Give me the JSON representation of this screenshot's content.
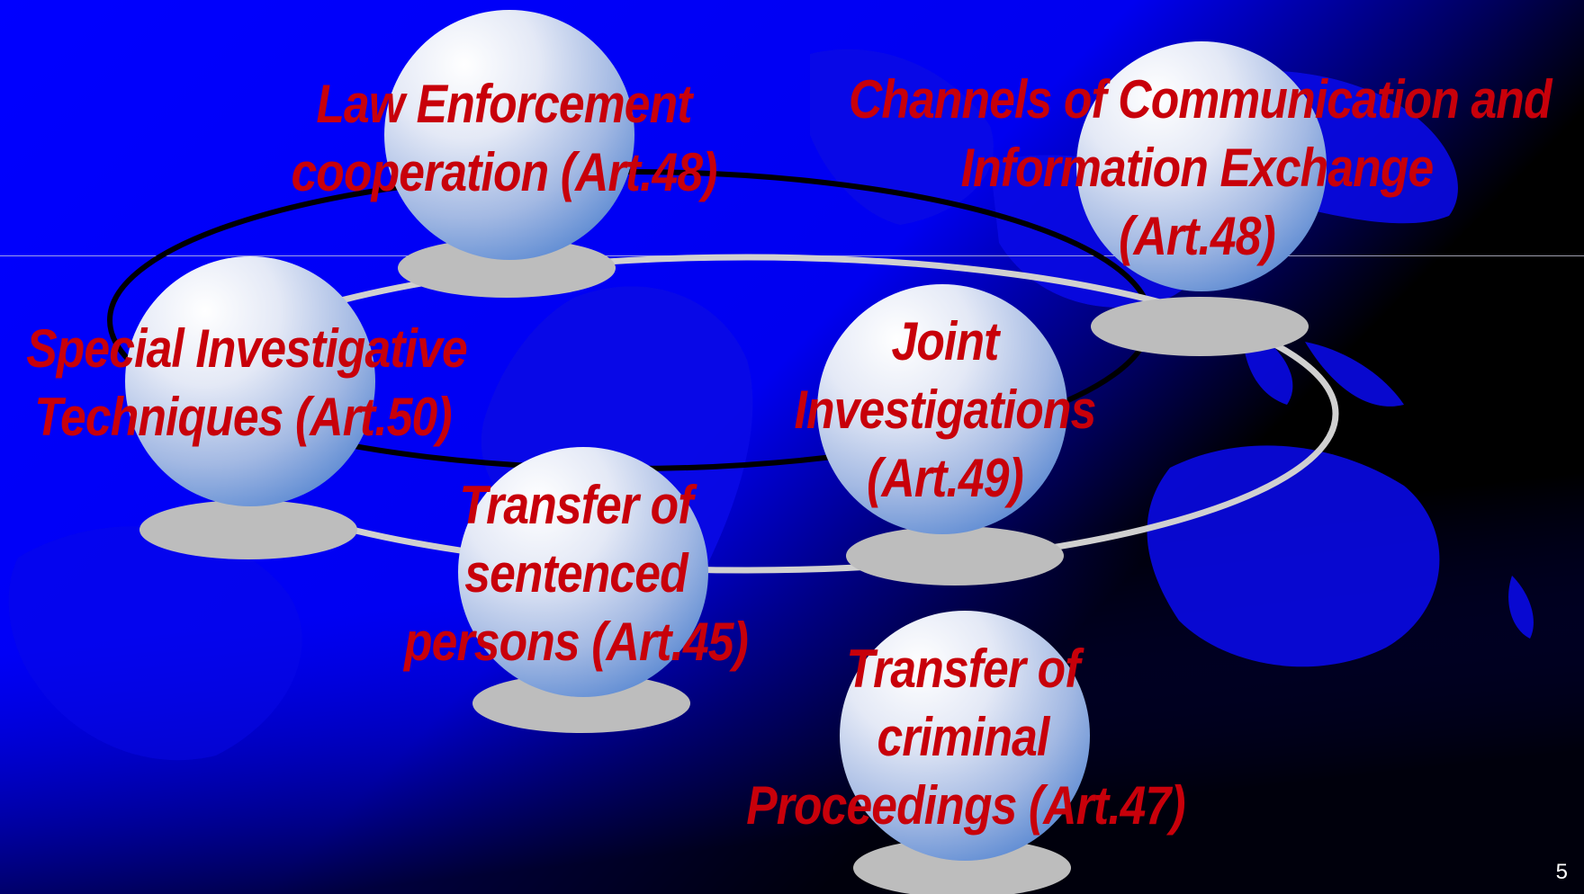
{
  "slide": {
    "page_number": "5",
    "text_color": "#c8000a",
    "background_colors": [
      "#0000ff",
      "#000000"
    ],
    "ring_colors": {
      "back_ring": "#000000",
      "front_ring": "#c8c8c8"
    }
  },
  "nodes": [
    {
      "id": "law-enforcement-cooperation",
      "lines": [
        "Law Enforcement",
        "cooperation (Art.48)"
      ]
    },
    {
      "id": "channels-of-communication",
      "lines": [
        "Channels of Communication and",
        "Information Exchange",
        "(Art.48)"
      ]
    },
    {
      "id": "special-investigative-techniques",
      "lines": [
        "Special Investigative",
        "Techniques (Art.50)"
      ]
    },
    {
      "id": "joint-investigations",
      "lines": [
        "Joint",
        "Investigations",
        "(Art.49)"
      ]
    },
    {
      "id": "transfer-of-sentenced-persons",
      "lines": [
        "Transfer of",
        "sentenced",
        "persons  (Art.45)"
      ]
    },
    {
      "id": "transfer-of-criminal-proceedings",
      "lines": [
        "Transfer of",
        "criminal",
        "Proceedings (Art.47)"
      ]
    }
  ]
}
